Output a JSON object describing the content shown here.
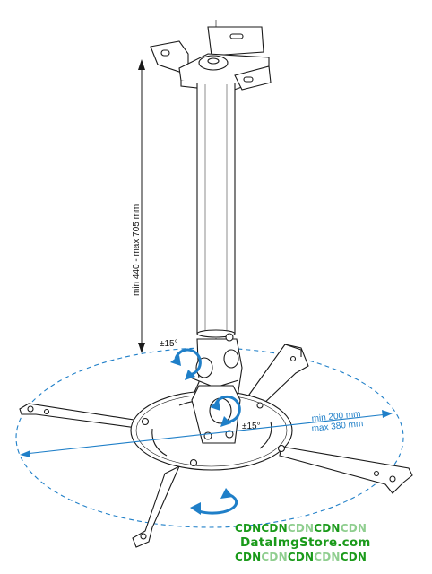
{
  "labels": {
    "height_range": "min 440 - max 705 mm",
    "tilt_top": "±15°",
    "tilt_side": "±15°",
    "arm_min": "min 200 mm",
    "arm_max": "max 380 mm"
  },
  "watermark": {
    "row1": [
      "CDN",
      "CDN",
      "CDN",
      "CDN",
      "CDN"
    ],
    "site": "DataImgStore.com",
    "row2": [
      "CDN",
      "CDN",
      "CDN",
      "CDN",
      "CDN"
    ]
  },
  "colors": {
    "accent_blue": "#1f7fc8",
    "line": "#1a1a1a",
    "watermark_green": "#1a9a1a",
    "watermark_light": "#8fce8f"
  }
}
